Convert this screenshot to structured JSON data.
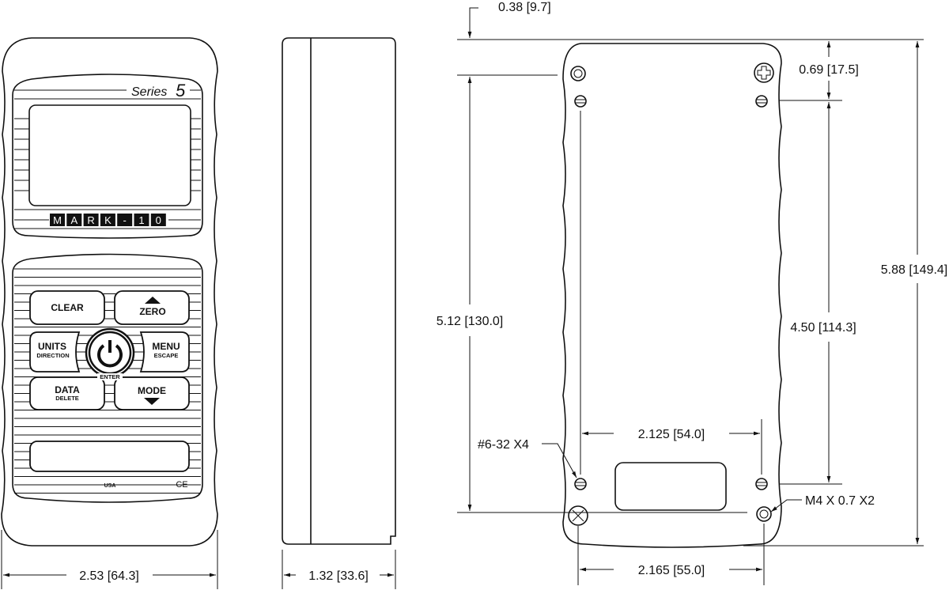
{
  "front_view": {
    "series_label": "Series",
    "series_number": "5",
    "logo_letters": [
      "M",
      "A",
      "R",
      "K",
      "-",
      "1",
      "0"
    ],
    "buttons": {
      "clear": "CLEAR",
      "zero": "ZERO",
      "units": "UNITS",
      "units_sub": "DIRECTION",
      "menu": "MENU",
      "menu_sub": "ESCAPE",
      "data": "DATA",
      "data_sub": "DELETE",
      "mode": "MODE",
      "enter": "ENTER"
    },
    "origin": "USA",
    "mark": "CE",
    "width_dim": "2.53 [64.3]"
  },
  "side_view": {
    "depth_dim": "1.32 [33.6]"
  },
  "back_view": {
    "top_offset_dim": "0.38 [9.7]",
    "hole_spacing_height_dim": "5.12 [130.0]",
    "top_hole_offset_dim": "0.69 [17.5]",
    "small_hole_height_dim": "4.50 [114.3]",
    "overall_height_dim": "5.88 [149.4]",
    "small_hole_width_dim": "2.125 [54.0]",
    "large_hole_width_dim": "2.165 [55.0]",
    "small_thread_note": "#6-32 X4",
    "large_thread_note": "M4 X 0.7 X2"
  }
}
